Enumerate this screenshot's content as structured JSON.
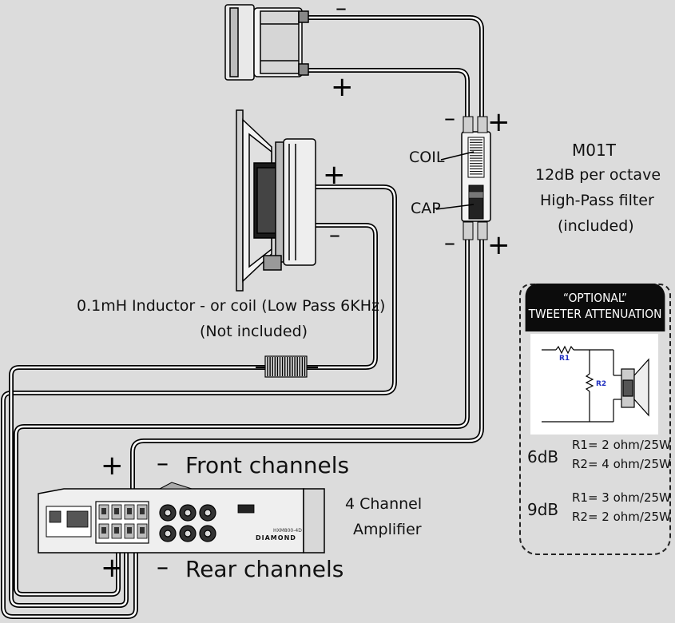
{
  "filter": {
    "title": "M01T",
    "line2": "12dB per octave",
    "line3": "High-Pass filter",
    "line4": "(included)",
    "coil_label": "COIL",
    "cap_label": "CAP"
  },
  "woofer_coil": {
    "line1": "0.1mH Inductor - or coil (Low Pass 6KHz)",
    "line2": "(Not included)"
  },
  "signs": {
    "plus": "+",
    "minus": "–"
  },
  "amplifier": {
    "label_line1": "4 Channel",
    "label_line2": "Amplifier",
    "front_channels": "Front channels",
    "rear_channels": "Rear channels",
    "model": "HXM800-4D",
    "brand": "DIAMOND"
  },
  "attenuation": {
    "header_line1": "“OPTIONAL”",
    "header_line2": "TWEETER ATTENUATION",
    "r1_label": "R1",
    "r2_label": "R2",
    "rows": [
      {
        "db": "6dB",
        "r1": "R1= 2 ohm/25W",
        "r2": "R2= 4 ohm/25W"
      },
      {
        "db": "9dB",
        "r1": "R1= 3 ohm/25W",
        "r2": "R2= 2 ohm/25W"
      }
    ]
  }
}
